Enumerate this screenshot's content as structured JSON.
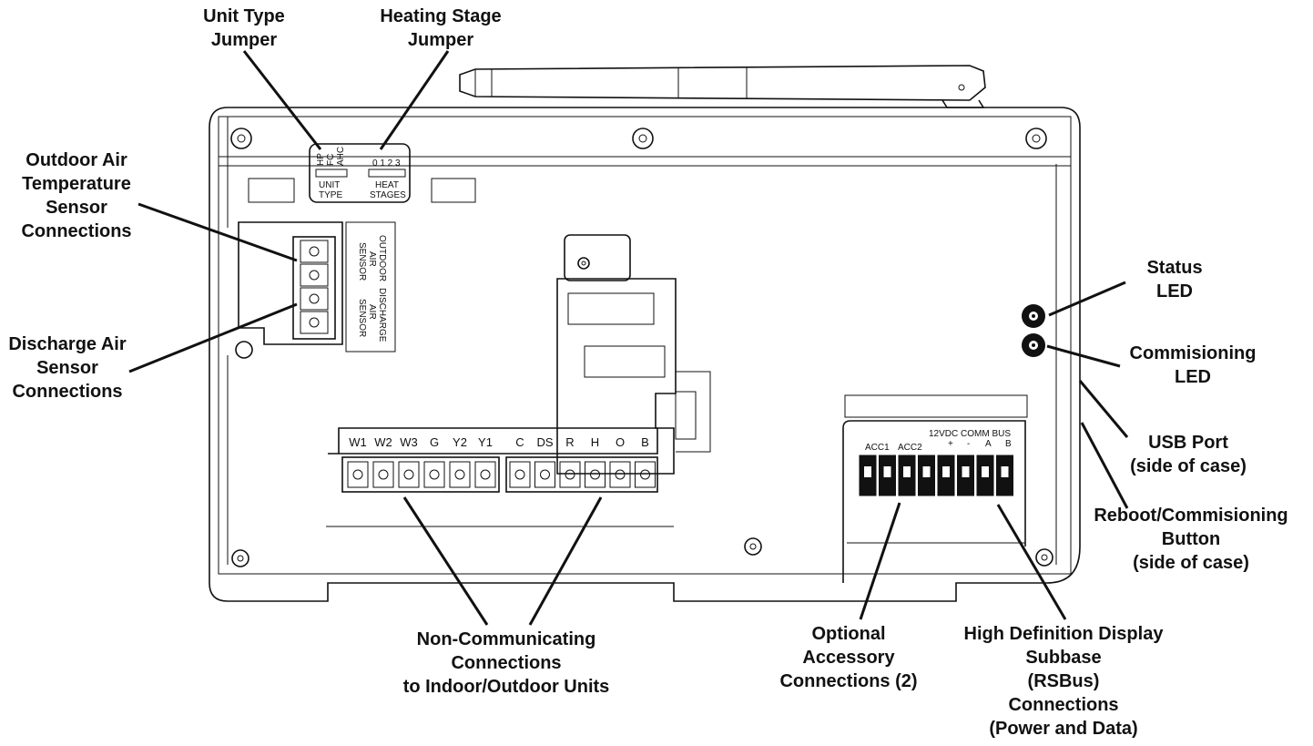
{
  "callouts": {
    "unit_type_jumper": [
      "Unit Type",
      "Jumper"
    ],
    "heating_stage_jumper": [
      "Heating Stage",
      "Jumper"
    ],
    "outdoor_air_sensor": [
      "Outdoor Air",
      "Temperature",
      "Sensor",
      "Connections"
    ],
    "discharge_air_sensor": [
      "Discharge Air",
      "Sensor",
      "Connections"
    ],
    "status_led": [
      "Status",
      "LED"
    ],
    "commissioning_led": [
      "Commisioning",
      "LED"
    ],
    "usb_port": [
      "USB Port",
      "(side of case)"
    ],
    "reboot_button": [
      "Reboot/Commisioning",
      "Button",
      "(side of case)"
    ],
    "non_communicating": [
      "Non-Communicating",
      "Connections",
      "to Indoor/Outdoor Units"
    ],
    "optional_accessory": [
      "Optional",
      "Accessory",
      "Connections (2)"
    ],
    "hd_display_subbase": [
      "High Definition Display",
      "Subbase",
      "(RSBus)",
      "Connections",
      "(Power and Data)"
    ]
  },
  "board": {
    "unit_type_options": [
      "HP",
      "FC",
      "AHC"
    ],
    "unit_type_label": [
      "UNIT",
      "TYPE"
    ],
    "heat_stage_numbers": "0 1 2 3",
    "heat_stage_label": [
      "HEAT",
      "STAGES"
    ],
    "sensor_label_outdoor": [
      "OUTDOOR",
      "AIR",
      "SENSOR"
    ],
    "sensor_label_discharge": [
      "DISCHARGE",
      "AIR",
      "SENSOR"
    ],
    "terminals_left": [
      "W1",
      "W2",
      "W3",
      "G",
      "Y2",
      "Y1"
    ],
    "terminals_right": [
      "C",
      "DS",
      "R",
      "H",
      "O",
      "B"
    ],
    "rsbus_header": "12VDC COMM BUS",
    "acc_labels": [
      "ACC1",
      "ACC2"
    ],
    "rsbus_terminals": [
      "+",
      "-",
      "A",
      "B"
    ]
  }
}
